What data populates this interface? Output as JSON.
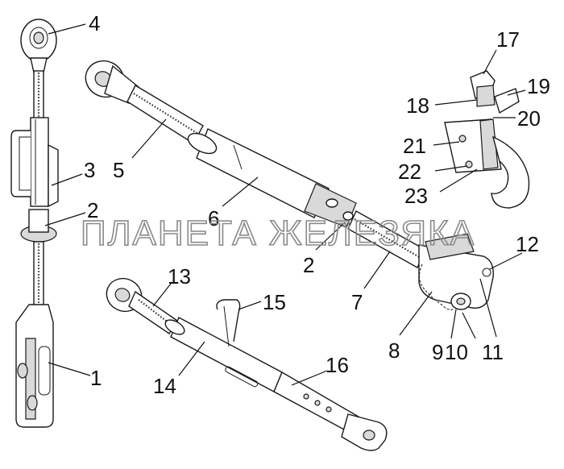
{
  "diagram": {
    "callouts": [
      "1",
      "2",
      "3",
      "4",
      "5",
      "6",
      "2",
      "7",
      "8",
      "9",
      "10",
      "11",
      "12",
      "13",
      "14",
      "15",
      "16",
      "17",
      "18",
      "19",
      "20",
      "21",
      "22",
      "23"
    ],
    "watermark": "ПЛАНЕТА ЖЕЛЕЗЯКА"
  }
}
